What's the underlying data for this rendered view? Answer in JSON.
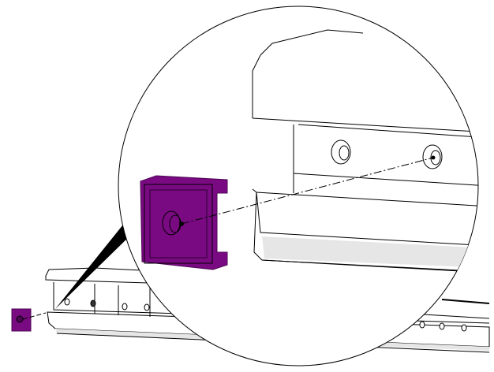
{
  "diagram": {
    "kind": "exploded assembly detail view",
    "components": [
      "rail-extrusion",
      "end-cap",
      "detail-magnifier-circle",
      "screw-holes",
      "center-line"
    ],
    "colors": {
      "end_cap": "#7a0a82",
      "end_cap_dark": "#4e0554",
      "outline": "#000000",
      "shade": "#e6e6e6",
      "background": "#ffffff"
    }
  }
}
